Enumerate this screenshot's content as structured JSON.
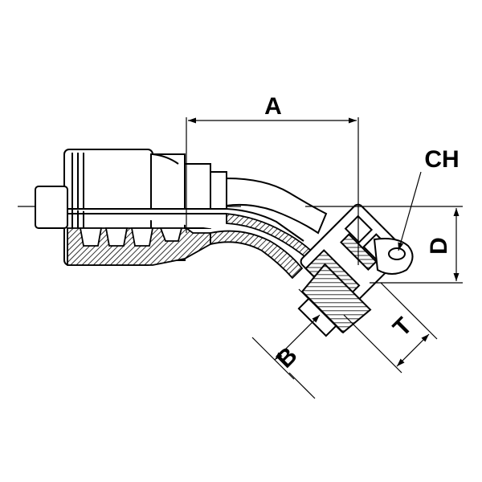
{
  "labels": {
    "a": "A",
    "ch": "CH",
    "d": "D",
    "b": "B",
    "t": "T"
  },
  "colors": {
    "ink": "#000000",
    "hatch": "#000000",
    "background": "#ffffff"
  }
}
